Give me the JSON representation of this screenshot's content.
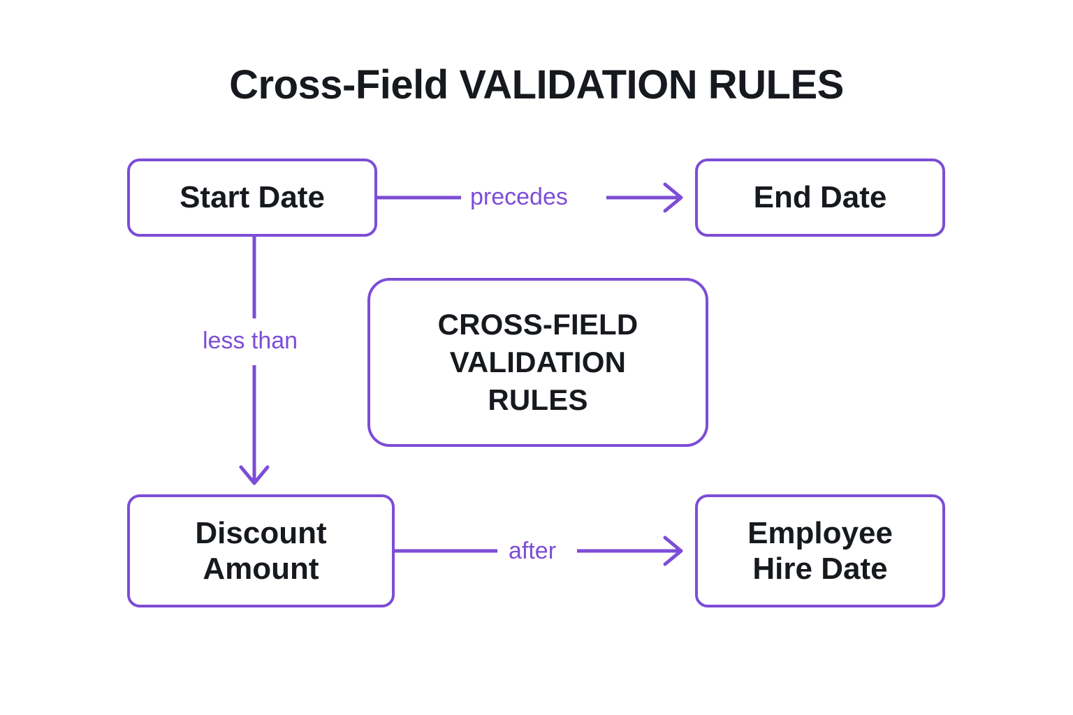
{
  "page": {
    "title": "Cross-Field VALIDATION RULES",
    "background_color": "#ffffff"
  },
  "theme": {
    "accent_color": "#7c4dd6",
    "node_text_color": "#16191d",
    "node_fill_color": "#ffffff"
  },
  "diagram": {
    "type": "flowchart",
    "nodes": [
      {
        "id": "start-date",
        "label": "Start Date"
      },
      {
        "id": "end-date",
        "label": "End Date"
      },
      {
        "id": "center",
        "label": "CROSS-FIELD\nVALIDATION\nRULES"
      },
      {
        "id": "discount-amount",
        "label": "Discount\nAmount"
      },
      {
        "id": "employee-hire-date",
        "label": "Employee\nHire Date"
      }
    ],
    "edges": [
      {
        "id": "edge-precedes",
        "from": "start-date",
        "to": "end-date",
        "label": "precedes",
        "direction": "right"
      },
      {
        "id": "edge-less-than",
        "from": "start-date",
        "to": "discount-amount",
        "label": "less than",
        "direction": "down"
      },
      {
        "id": "edge-after",
        "from": "discount-amount",
        "to": "employee-hire-date",
        "label": "after",
        "direction": "right"
      }
    ]
  }
}
